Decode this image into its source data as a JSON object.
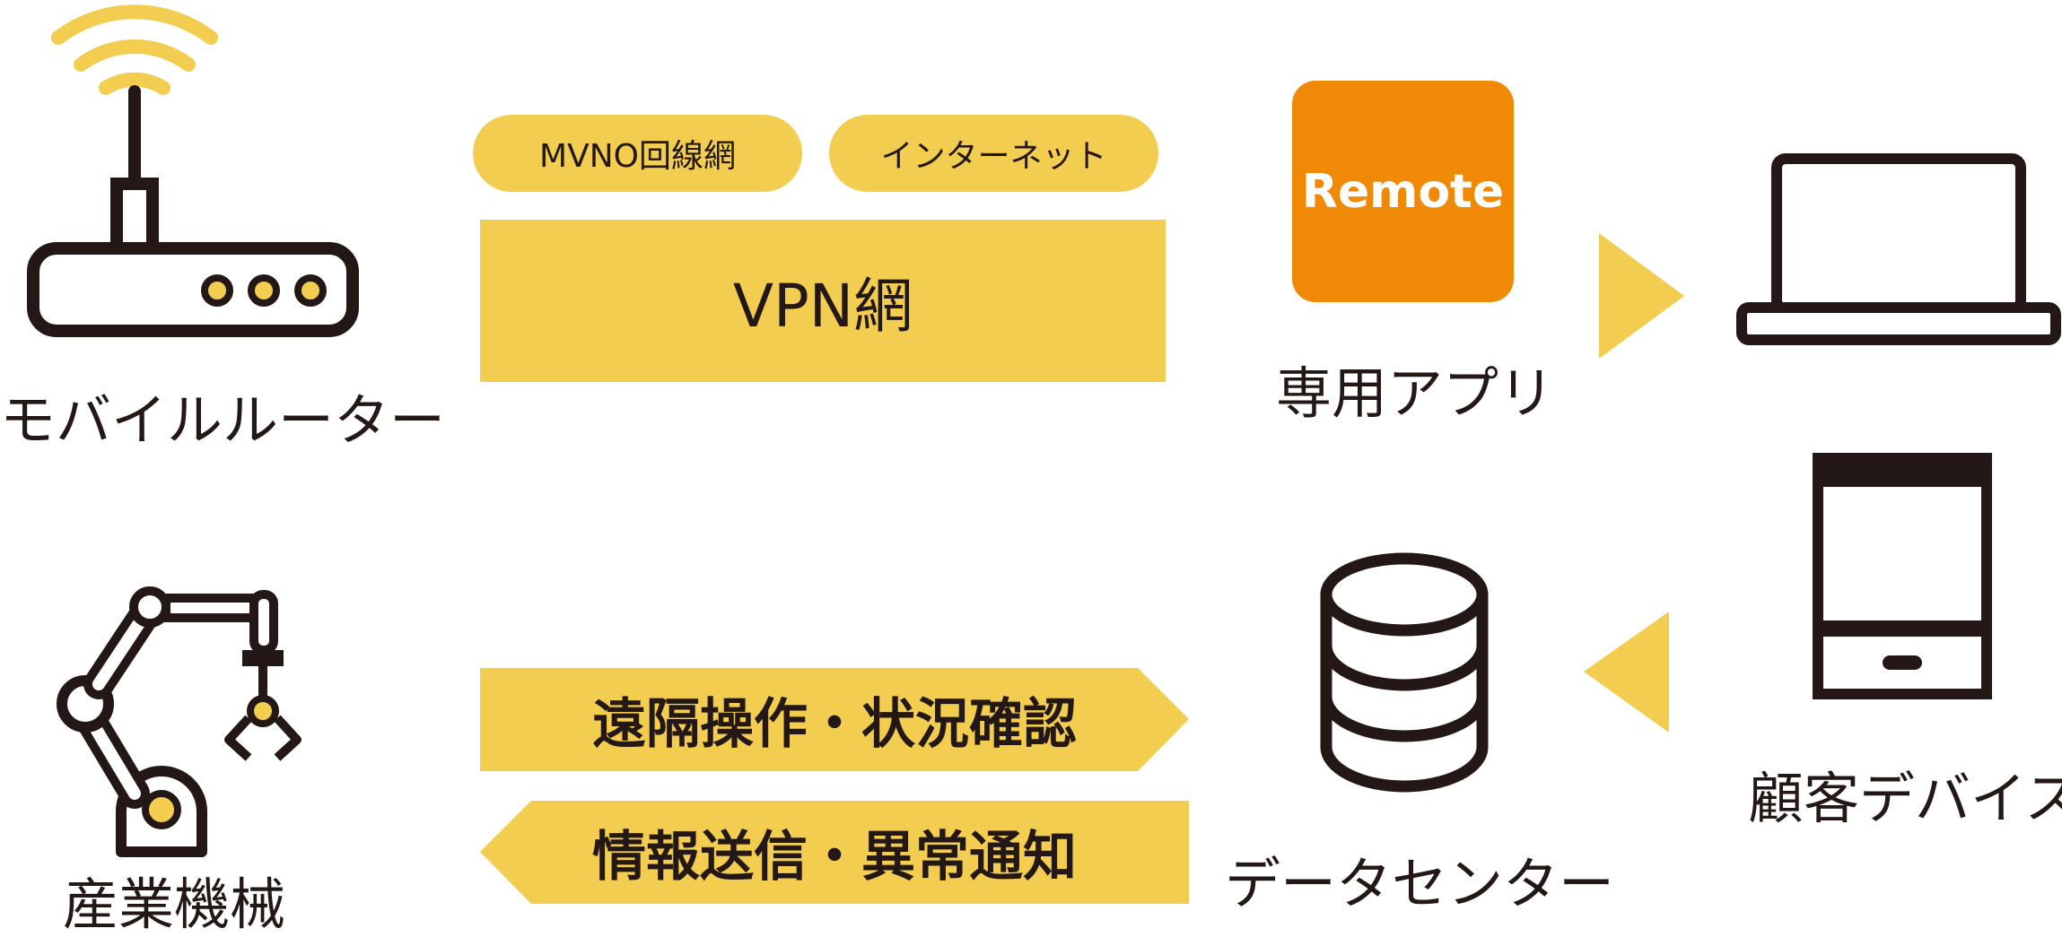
{
  "nodes": {
    "router": {
      "label": "モバイルルーター"
    },
    "machine": {
      "label": "産業機械"
    },
    "app": {
      "label": "専用アプリ",
      "icon_text": "Remote"
    },
    "datacenter": {
      "label": "データセンター"
    },
    "devices": {
      "label": "顧客デバイス"
    }
  },
  "network": {
    "pills": [
      "MVNO回線網",
      "インターネット"
    ],
    "vpn_label": "VPN網"
  },
  "flows": {
    "to_datacenter": "遠隔操作・状況確認",
    "from_datacenter": "情報送信・異常通知"
  },
  "colors": {
    "accent_yellow": "#f2cd50",
    "remote_orange": "#f08a06",
    "line_dark": "#231815"
  }
}
